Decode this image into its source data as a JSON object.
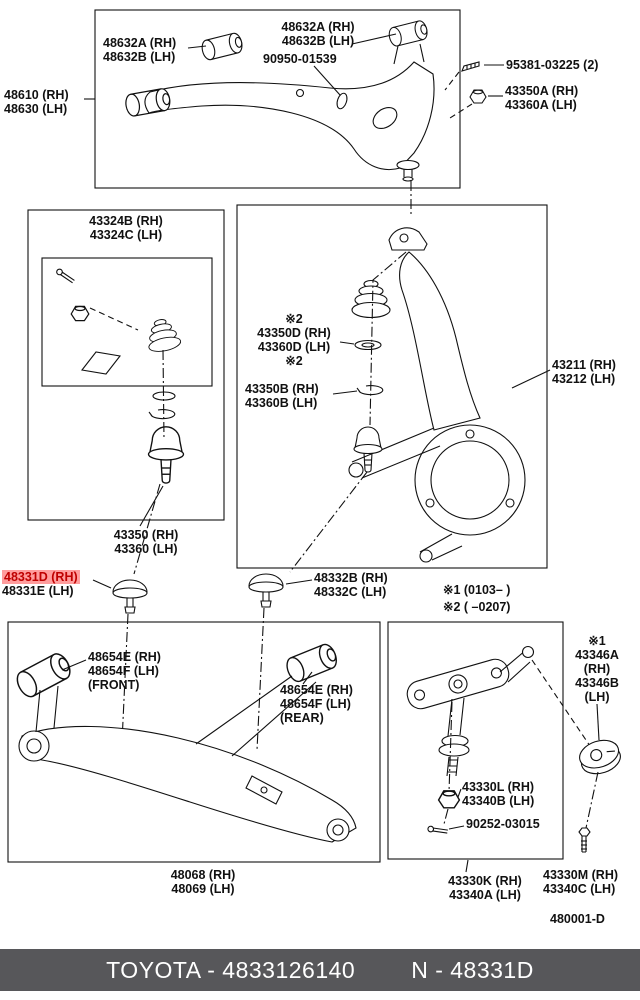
{
  "labels": {
    "upper_bush_left": {
      "lines": [
        "48632A (RH)",
        "48632B (LH)"
      ]
    },
    "upper_bush_top": {
      "lines": [
        "48632A (RH)",
        "48632B (LH)"
      ]
    },
    "shaft": {
      "lines": [
        "90950-01539"
      ]
    },
    "upper_arm": {
      "lines": [
        "48610 (RH)",
        "48630 (LH)"
      ]
    },
    "screw": {
      "lines": [
        "95381-03225 (2)"
      ]
    },
    "nut_a": {
      "lines": [
        "43350A (RH)",
        "43360A (LH)"
      ]
    },
    "kit": {
      "lines": [
        "43324B (RH)",
        "43324C (LH)"
      ]
    },
    "upper_ball_joint": {
      "lines": [
        "43350 (RH)",
        "43360 (LH)"
      ]
    },
    "boot_d": {
      "lines": [
        "※2",
        "43350D (RH)",
        "43360D (LH)",
        "※2"
      ]
    },
    "ring_b": {
      "lines": [
        "43350B (RH)",
        "43360B (LH)"
      ]
    },
    "knuckle": {
      "lines": [
        "43211 (RH)",
        "43212 (LH)"
      ]
    },
    "cap_highlighted": {
      "lines": [
        "48331D (RH)",
        "48331E (LH)"
      ]
    },
    "cap_b": {
      "lines": [
        "48332B (RH)",
        "48332C (LH)"
      ]
    },
    "note_1": "※1 (0103–      )",
    "note_2": "※2 (      –0207)",
    "bush_front": {
      "lines": [
        "48654E (RH)",
        "48654F (LH)",
        "(FRONT)"
      ]
    },
    "bush_rear": {
      "lines": [
        "48654E (RH)",
        "48654F (LH)",
        "(REAR)"
      ]
    },
    "lower_arm": {
      "lines": [
        "48068 (RH)",
        "48069 (LH)"
      ]
    },
    "lbj_nut": {
      "lines": [
        "43330L (RH)",
        "43340B (LH)"
      ]
    },
    "lbj_pin": {
      "lines": [
        "90252-03015"
      ]
    },
    "lower_ball_joint": {
      "lines": [
        "43330K (RH)",
        "43340A (LH)"
      ]
    },
    "cam_plate": {
      "lines": [
        "※1",
        "43346A",
        "(RH)",
        "43346B",
        "(LH)"
      ]
    },
    "cam_bolt": {
      "lines": [
        "43330M (RH)",
        "43340C (LH)"
      ]
    },
    "diagram_code": "480001-D"
  },
  "footer": {
    "left": "TOYOTA - 4833126140",
    "right": "N - 48331D"
  },
  "colors": {
    "highlight_bg": "#ff9d9d",
    "highlight_text": "#bf0000",
    "footer_bg": "#57575a",
    "line": "#111111"
  }
}
